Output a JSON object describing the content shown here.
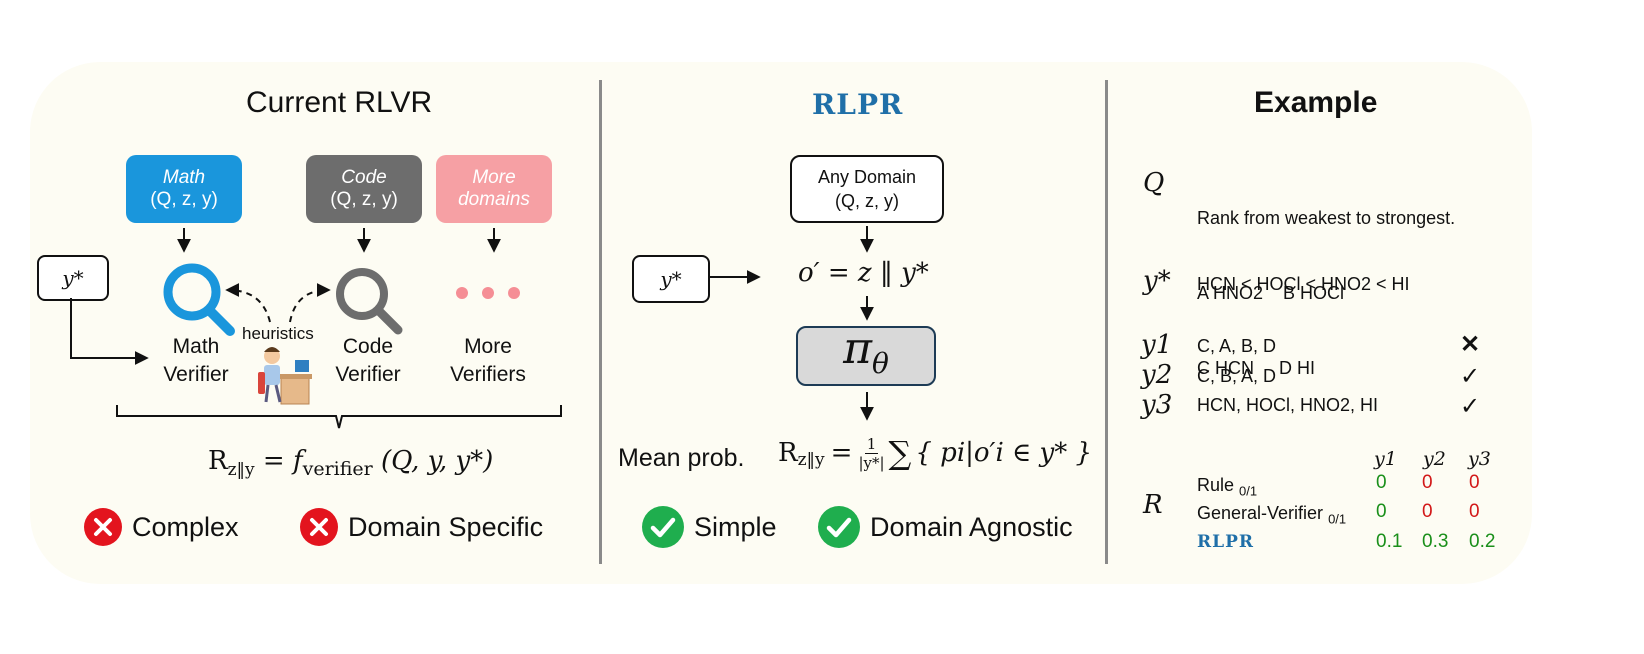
{
  "left": {
    "title": "Current RLVR",
    "domains": [
      {
        "name": "Math",
        "tuple": "(Q, z, y)",
        "color": "#1a96dc"
      },
      {
        "name": "Code",
        "tuple": "(Q, z, y)",
        "color": "#6d6d6d"
      },
      {
        "name": "More",
        "name2": "domains",
        "color": "#f6a0a4"
      }
    ],
    "ystar": "y*",
    "verifiers": [
      {
        "l1": "Math",
        "l2": "Verifier"
      },
      {
        "l1": "Code",
        "l2": "Verifier"
      },
      {
        "l1": "More",
        "l2": "Verifiers"
      }
    ],
    "heuristics": "heuristics",
    "formula": {
      "r": "R",
      "sub": "z‖y",
      "eq": "=",
      "f": "f",
      "fsub": "verifier",
      "args": "(Q, y, y*)"
    },
    "tags": [
      "Complex",
      "Domain Specific"
    ]
  },
  "middle": {
    "title": "RLPR",
    "domain_box": {
      "l1": "Any Domain",
      "l2": "(Q, z, y)"
    },
    "ystar": "y*",
    "concat": "o′ = z ‖ y*",
    "policy": {
      "pi": "π",
      "sub": "θ"
    },
    "mean_label": "Mean prob.",
    "formula": {
      "r": "R",
      "sub": "z‖y",
      "eq": "=",
      "num": "1",
      "den": "|y*|",
      "sum": "∑",
      "body": "{ pi|o′i ∈ y* }"
    },
    "tags": [
      "Simple",
      "Domain Agnostic"
    ]
  },
  "right": {
    "title": "Example",
    "q_sym": "Q",
    "q_lines": [
      "Rank from weakest to strongest.",
      "A HNO2    B HOCl",
      "C HCN     D HI"
    ],
    "ystar_sym": "y*",
    "ystar_val": "HCN < HOCl < HNO2 < HI",
    "ys": [
      {
        "sym": "y1",
        "val": "C, A, B, D",
        "mark": "✕"
      },
      {
        "sym": "y2",
        "val": "C, B, A, D",
        "mark": "✓"
      },
      {
        "sym": "y3",
        "val": "HCN, HOCl, HNO2, HI",
        "mark": "✓"
      }
    ],
    "r_sym": "R",
    "r_cols": [
      "y1",
      "y2",
      "y3"
    ],
    "r_rows": [
      {
        "name": "Rule",
        "sub": "0/1",
        "vals": [
          "0",
          "0",
          "0"
        ],
        "colors": [
          "#1a8f1a",
          "#d21818",
          "#d21818"
        ]
      },
      {
        "name": "General-Verifier",
        "sub": "0/1",
        "vals": [
          "0",
          "0",
          "0"
        ],
        "colors": [
          "#1a8f1a",
          "#d21818",
          "#d21818"
        ]
      },
      {
        "name": "RLPR",
        "sub": "",
        "vals": [
          "0.1",
          "0.3",
          "0.2"
        ],
        "colors": [
          "#1a8f1a",
          "#1a8f1a",
          "#1a8f1a"
        ]
      }
    ]
  }
}
